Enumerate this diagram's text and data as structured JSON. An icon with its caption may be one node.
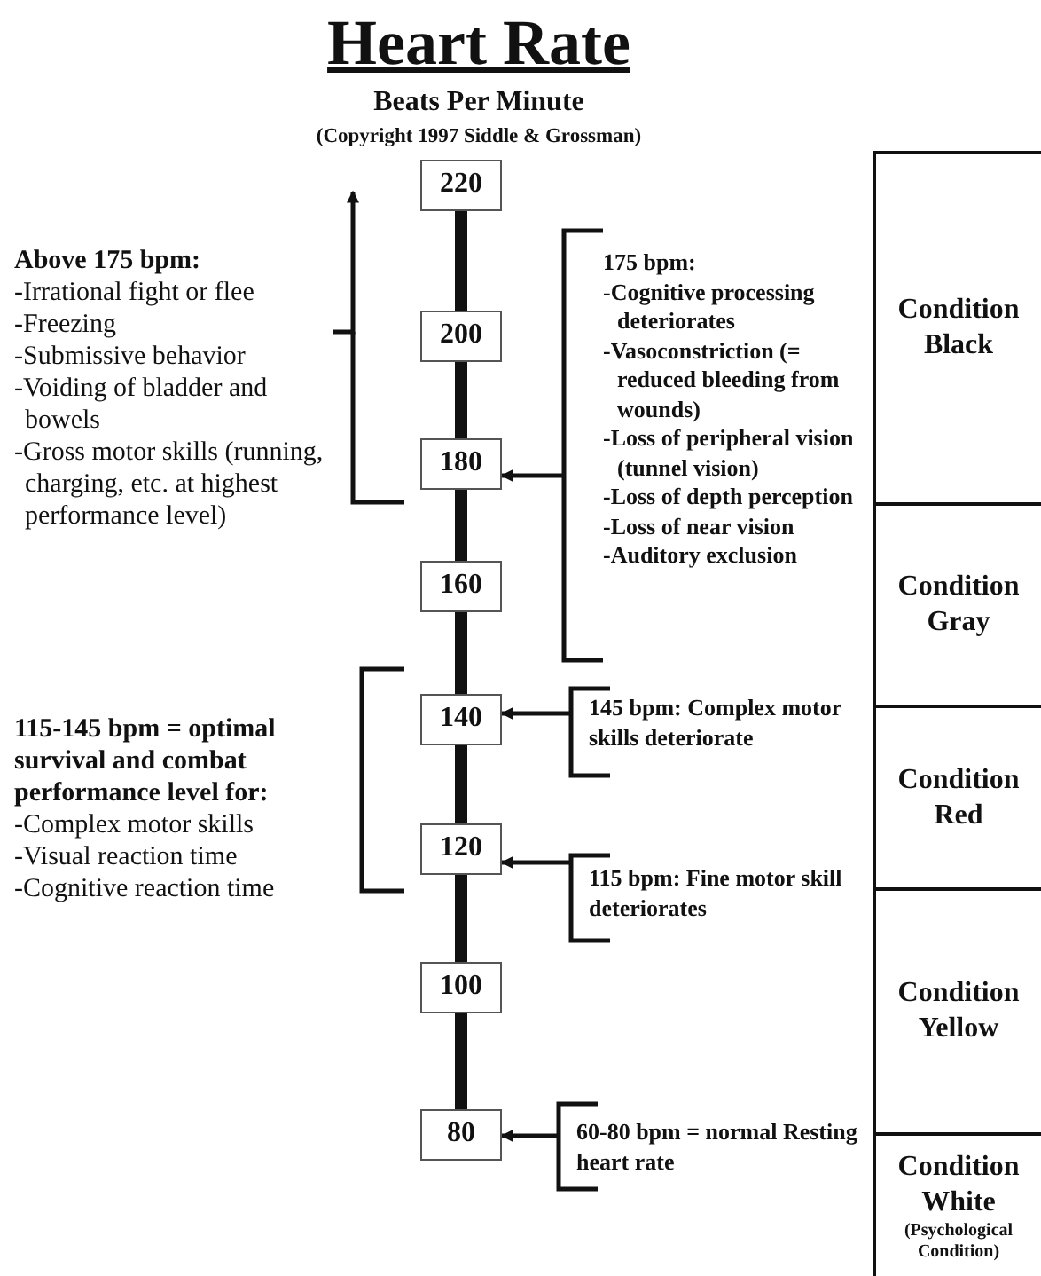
{
  "diagram": {
    "title": "Heart Rate",
    "nodes": [
      {
        "text": [
          "220"
        ]
      },
      {
        "text": [
          "200"
        ]
      },
      {
        "text": [
          "180"
        ]
      },
      {
        "text": [
          "160"
        ]
      },
      {
        "text": [
          "140"
        ]
      },
      {
        "text": [
          "120"
        ]
      },
      {
        "text": [
          "100"
        ]
      },
      {
        "text": [
          "80"
        ]
      },
      {
        "text": [
          "Above 175 bpm:",
          "-Irrational fight or flee",
          "-Freezing",
          "-Submissive behavior",
          "-Voiding of bladder and bowels",
          "-Gross motor skills (running, charging, etc. at highest performance level)"
        ]
      },
      {
        "text": [
          "115-145 bpm = optimal survival and combat performance level for:",
          "-Complex motor skills",
          "-Visual reaction time",
          "-Cognitive reaction time"
        ]
      },
      {
        "text": [
          "175 bpm:",
          "-Cognitive processing deteriorates",
          "-Vasoconstriction (= reduced bleeding from wounds)",
          "-Loss of peripheral vision (tunnel vision)",
          "-Loss of depth perception",
          "-Loss of near vision",
          "-Auditory exclusion"
        ]
      },
      {
        "text": [
          "145 bpm: Complex motor skills deteriorate"
        ]
      },
      {
        "text": [
          "115 bpm: Fine motor skill deteriorates"
        ]
      },
      {
        "text": [
          "60-80 bpm = normal Resting heart rate"
        ]
      },
      {
        "text": [
          "Condition Black"
        ]
      },
      {
        "text": [
          "Condition Gray"
        ]
      },
      {
        "text": [
          "Condition Red"
        ]
      },
      {
        "text": [
          "Condition Yellow"
        ]
      },
      {
        "text": [
          "Condition White",
          "(Psychological Condition)"
        ]
      }
    ],
    "edges": [
      {
        "from": 0,
        "to": 1,
        "arrow": "none"
      },
      {
        "from": 1,
        "to": 2,
        "arrow": "none"
      },
      {
        "from": 2,
        "to": 3,
        "arrow": "none"
      },
      {
        "from": 3,
        "to": 4,
        "arrow": "none"
      },
      {
        "from": 4,
        "to": 5,
        "arrow": "none"
      },
      {
        "from": 5,
        "to": 6,
        "arrow": "none"
      },
      {
        "from": 6,
        "to": 7,
        "arrow": "none"
      },
      {
        "from": 8,
        "to": null,
        "arrow": "to"
      },
      {
        "from": 10,
        "to": 2,
        "arrow": "to"
      },
      {
        "from": 11,
        "to": 4,
        "arrow": "to"
      },
      {
        "from": 12,
        "to": 5,
        "arrow": "to"
      },
      {
        "from": 13,
        "to": 7,
        "arrow": "to"
      }
    ],
    "labels": [
      "Beats Per Minute",
      "(Copyright 1997 Siddle & Grossman)"
    ]
  }
}
